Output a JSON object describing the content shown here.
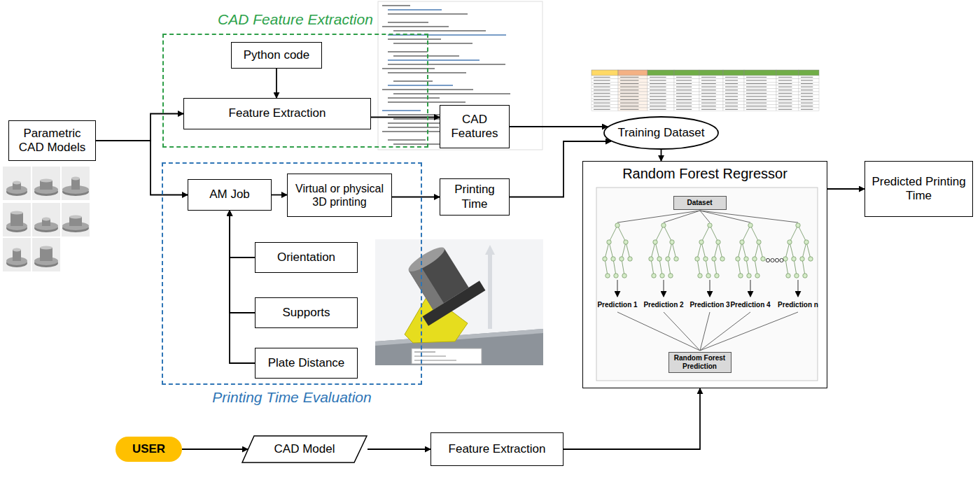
{
  "diagram": {
    "nodes": [
      {
        "text": [
          "Parametric CAD Models"
        ]
      },
      {
        "text": [
          "CAD Feature Extraction"
        ]
      },
      {
        "text": [
          "Python code"
        ],
        "in": 1
      },
      {
        "text": [
          "Feature Extraction"
        ],
        "in": 1
      },
      {
        "text": [
          "CAD Features"
        ]
      },
      {
        "text": [
          "Printing Time Evaluation"
        ]
      },
      {
        "text": [
          "AM Job"
        ],
        "in": 5
      },
      {
        "text": [
          "Virtual or physical 3D printing"
        ],
        "in": 5
      },
      {
        "text": [
          "Orientation"
        ],
        "in": 5
      },
      {
        "text": [
          "Supports"
        ],
        "in": 5
      },
      {
        "text": [
          "Plate Distance"
        ],
        "in": 5
      },
      {
        "text": [
          "Printing Time"
        ]
      },
      {
        "text": [
          "Training Dataset"
        ]
      },
      {
        "text": [
          "Random Forest Regressor"
        ]
      },
      {
        "text": [
          "Dataset"
        ],
        "in": 13
      },
      {
        "text": [
          "Random Forest Prediction"
        ],
        "in": 13
      },
      {
        "text": [
          "Predicted Printing Time"
        ]
      },
      {
        "text": [
          "USER"
        ]
      },
      {
        "text": [
          "CAD Model"
        ]
      },
      {
        "text": [
          "Feature Extraction"
        ]
      }
    ],
    "edges": [
      {
        "from": 0,
        "to": 3,
        "arrow": "to"
      },
      {
        "from": 0,
        "to": 6,
        "arrow": "to"
      },
      {
        "from": 2,
        "to": 3,
        "arrow": "to"
      },
      {
        "from": 3,
        "to": 4,
        "arrow": "to"
      },
      {
        "from": 6,
        "to": 7,
        "arrow": "to"
      },
      {
        "from": 7,
        "to": 11,
        "arrow": "to"
      },
      {
        "from": 8,
        "to": 6,
        "arrow": "to"
      },
      {
        "from": 9,
        "to": 6,
        "arrow": "to"
      },
      {
        "from": 10,
        "to": 6,
        "arrow": "to"
      },
      {
        "from": 4,
        "to": 12,
        "arrow": "to"
      },
      {
        "from": 11,
        "to": 12,
        "arrow": "to"
      },
      {
        "from": 12,
        "to": 13,
        "arrow": "to"
      },
      {
        "from": 13,
        "to": 16,
        "arrow": "to"
      },
      {
        "from": 17,
        "to": 18,
        "arrow": "to"
      },
      {
        "from": 18,
        "to": 19,
        "arrow": "to"
      },
      {
        "from": 19,
        "to": 13,
        "arrow": "to"
      }
    ],
    "labels": [
      "Prediction 1",
      "Prediction 2",
      "Prediction 3",
      "Prediction 4",
      "Prediction n"
    ]
  }
}
